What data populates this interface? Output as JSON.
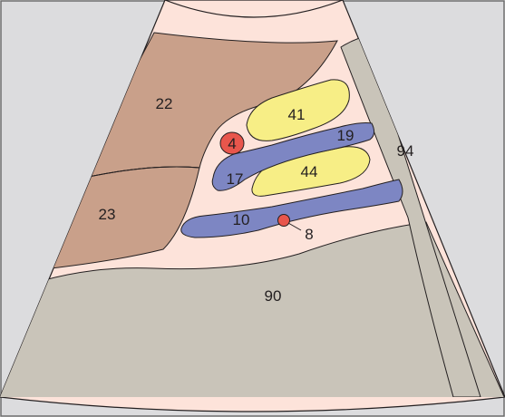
{
  "colors": {
    "background": "#dcdcde",
    "frame": "#6b6b6b",
    "fan_fill": "#fde3da",
    "brown_region": "#c9a08a",
    "gray_region": "#c9c4b9",
    "yellow_region": "#f7ee86",
    "blue_region": "#7d86c3",
    "red_circle": "#e8564c",
    "outline": "#231f20"
  },
  "labels": {
    "l22": "22",
    "l23": "23",
    "l41": "41",
    "l4": "4",
    "l19": "19",
    "l94": "94",
    "l17": "17",
    "l44": "44",
    "l10": "10",
    "l8": "8",
    "l90": "90"
  }
}
